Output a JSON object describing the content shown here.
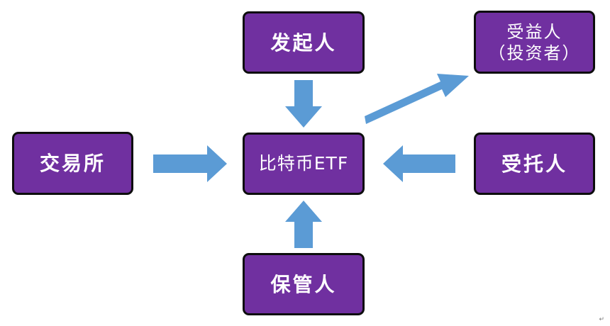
{
  "diagram": {
    "colors": {
      "box_fill": "#7030a0",
      "box_border": "#0d0d0d",
      "box_text": "#ffffff",
      "arrow_fill": "#5b9bd5"
    },
    "nodes": {
      "sponsor": "发起人",
      "beneficiary_line1": "受益人",
      "beneficiary_line2": "（投资者）",
      "exchange": "交易所",
      "center": "比特币ETF",
      "trustee": "受托人",
      "custodian": "保管人"
    },
    "edges": [
      {
        "from": "sponsor",
        "to": "center"
      },
      {
        "from": "exchange",
        "to": "center"
      },
      {
        "from": "trustee",
        "to": "center"
      },
      {
        "from": "custodian",
        "to": "center"
      },
      {
        "from": "center",
        "to": "beneficiary"
      }
    ],
    "paragraph_mark": "↵"
  }
}
